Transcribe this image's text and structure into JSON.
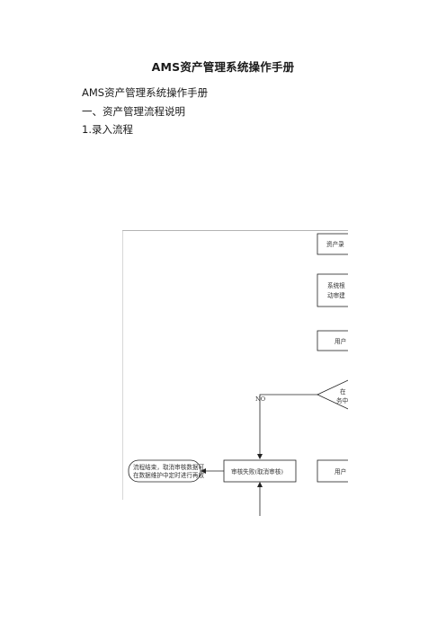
{
  "document": {
    "title": "AMS资产管理系统操作手册",
    "heading": "AMS资产管理系统操作手册",
    "section": "一、资产管理流程说明",
    "subsection": "1.录入流程"
  },
  "flowchart": {
    "box_asset_entry": "资产录",
    "box_system_line1": "系统根",
    "box_system_line2": "动审建",
    "box_user_1": "用户",
    "decision_line1": "在",
    "decision_line2": "务中",
    "label_no": "NO",
    "box_audit_fail": "审核失败(取消审核)",
    "terminal_line1": "流程结束，取消审核数据可",
    "terminal_line2": "在数据维护中定时进行再收",
    "box_user_2": "用户"
  }
}
